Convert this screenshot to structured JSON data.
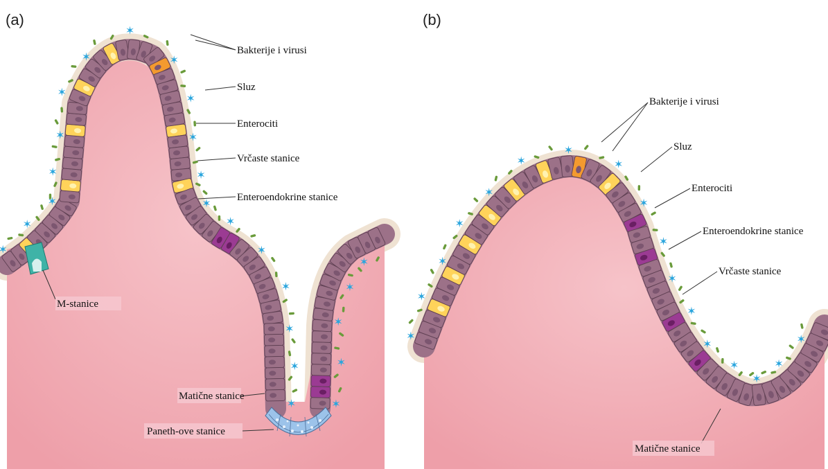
{
  "panels": {
    "a": {
      "letter": "(a)",
      "labels": {
        "bacteria": "Bakterije i virusi",
        "mucus": "Sluz",
        "enterocytes": "Enterociti",
        "goblet": "Vrčaste stanice",
        "enteroendocrine": "Enteroendokrine stanice",
        "m_cells": "M-stanice",
        "stem": "Matične stanice",
        "paneth": "Paneth-ove stanice"
      }
    },
    "b": {
      "letter": "(b)",
      "labels": {
        "bacteria": "Bakterije i virusi",
        "mucus": "Sluz",
        "enterocytes": "Enterociti",
        "enteroendocrine": "Enteroendokrine stanice",
        "goblet": "Vrčaste stanice",
        "stem": "Matične stanice"
      }
    }
  },
  "colors": {
    "tissue": "#f3b5bd",
    "tissue_dark": "#eaa0aa",
    "mucus": "#efe4d6",
    "enterocyte": "#9c7188",
    "enterocyte_border": "#5e3f52",
    "goblet": "#ffd35a",
    "enteroendocrine": "#f39a2f",
    "stem": "#9b3b93",
    "paneth": "#9cc3ea",
    "m_cell": "#3fb3a7",
    "bacteria": "#6a9b3b",
    "virus": "#2aa5dd"
  }
}
